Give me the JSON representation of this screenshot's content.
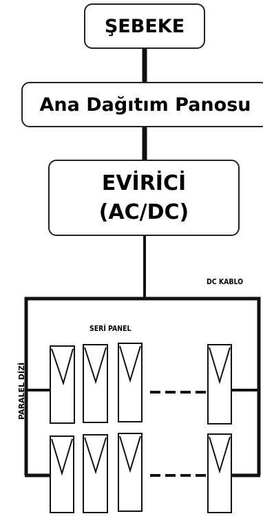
{
  "diagram": {
    "grid_label": "ŞEBEKE",
    "panel_label": "Ana Dağıtım Panosu",
    "inverter_line1": "EVİRİCİ",
    "inverter_line2": "(AC/DC)",
    "dc_cable_label": "DC KABLO",
    "series_panel_label": "SERİ PANEL",
    "parallel_array_label": "PARALEL DİZİ"
  },
  "rows": [
    {
      "panels": 4
    },
    {
      "panels": 4
    }
  ]
}
